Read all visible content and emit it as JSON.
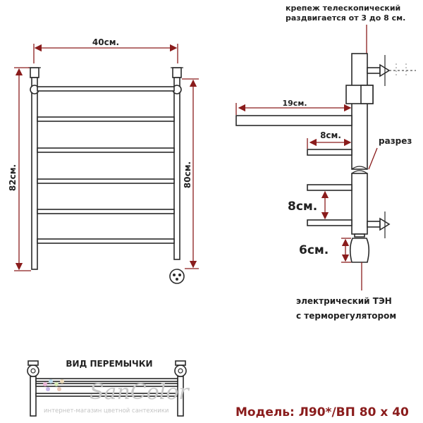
{
  "front_view": {
    "width_label": "40см.",
    "height_outer_label": "82см.",
    "height_inner_label": "80см."
  },
  "side_view": {
    "mount_note_line1": "крепеж телескопический",
    "mount_note_line2": "раздвигается от 3 до 8 см.",
    "depth_label": "19см.",
    "offset_label": "8см.",
    "section_label": "разрез",
    "spacing_label": "8см.",
    "heater_label": "6см.",
    "heater_caption_line1": "электрический   ТЭН",
    "heater_caption_line2": "с терморегулятором"
  },
  "jumper_view": {
    "title": "ВИД ПЕРЕМЫЧКИ"
  },
  "watermark": {
    "brand": "SanColor",
    "tagline": "интернет-магазин цветной сантехники"
  },
  "model_label": "Модель: Л90*/ВП 80 х 40",
  "colors": {
    "dimension": "#8a1c1c",
    "outline": "#2a2a2a",
    "text": "#222222"
  }
}
